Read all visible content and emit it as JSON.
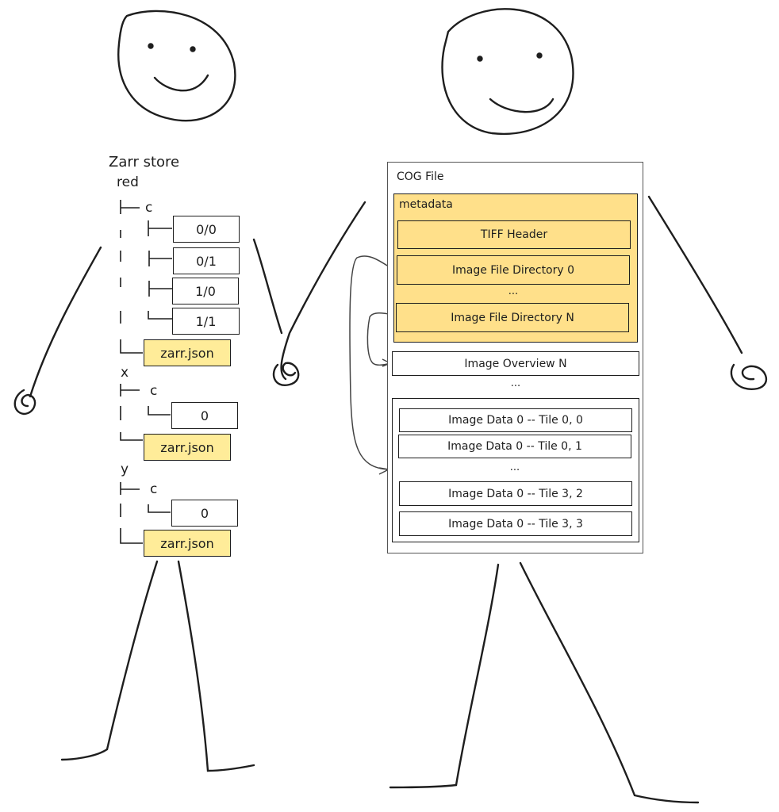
{
  "zarr": {
    "title": "Zarr store",
    "groups": [
      {
        "name": "red",
        "chunk_dir": "c",
        "chunks": [
          "0/0",
          "0/1",
          "1/0",
          "1/1"
        ],
        "metadata_file": "zarr.json"
      },
      {
        "name": "x",
        "chunk_dir": "c",
        "chunks": [
          "0"
        ],
        "metadata_file": "zarr.json"
      },
      {
        "name": "y",
        "chunk_dir": "c",
        "chunks": [
          "0"
        ],
        "metadata_file": "zarr.json"
      }
    ]
  },
  "cog": {
    "title": "COG File",
    "metadata": {
      "label": "metadata",
      "items": [
        "TIFF Header",
        "Image File Directory 0",
        "...",
        "Image File Directory N"
      ]
    },
    "overview": "Image Overview N",
    "overview_ellipsis": "...",
    "tiles": [
      "Image Data 0 -- Tile 0, 0",
      "Image Data 0 -- Tile 0, 1",
      "...",
      "Image Data 0 -- Tile 3, 2",
      "Image Data 0 -- Tile 3, 3"
    ]
  },
  "colors": {
    "highlight_yellow": "#ffec99",
    "metadata_yellow": "#ffe08a",
    "stroke": "#1e1e1e"
  }
}
